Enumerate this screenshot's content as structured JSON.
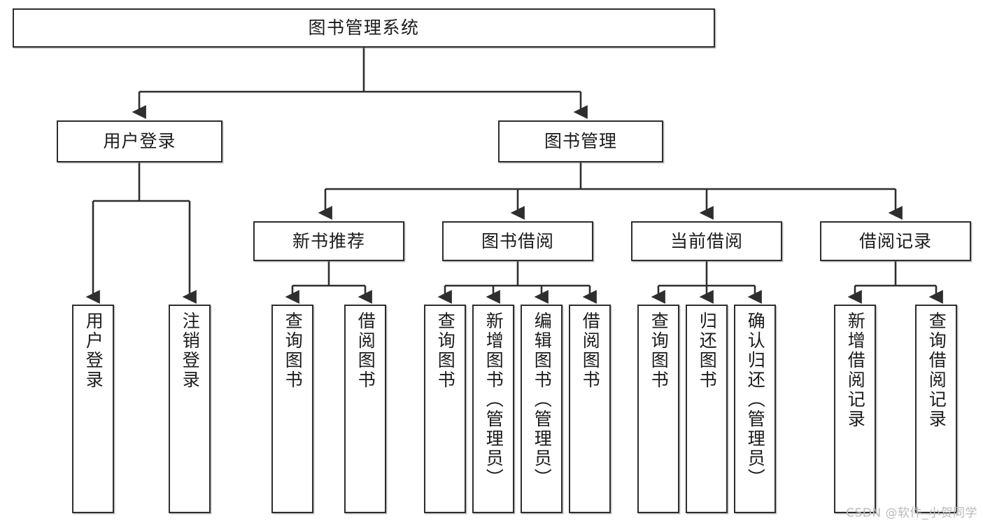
{
  "diagram": {
    "title": "图书管理系统",
    "type": "tree-hierarchy-diagram",
    "colors": {
      "stroke": "#2e2e2e",
      "fill": "#ffffff",
      "text": "#1b1b1b",
      "watermark": "#b9b9b9"
    },
    "root": {
      "label": "图书管理系统"
    },
    "level2": [
      {
        "label": "用户登录"
      },
      {
        "label": "图书管理"
      }
    ],
    "level3": [
      {
        "label": "新书推荐"
      },
      {
        "label": "图书借阅"
      },
      {
        "label": "当前借阅"
      },
      {
        "label": "借阅记录"
      }
    ],
    "leaves": {
      "user_login": [
        {
          "label": "用户登录"
        },
        {
          "label": "注销登录"
        }
      ],
      "new_book_recommend": [
        {
          "label": "查询图书"
        },
        {
          "label": "借阅图书"
        }
      ],
      "book_borrow": [
        {
          "label": "查询图书"
        },
        {
          "label": "新增图书（管理员）"
        },
        {
          "label": "编辑图书（管理员）"
        },
        {
          "label": "借阅图书"
        }
      ],
      "current_borrow": [
        {
          "label": "查询图书"
        },
        {
          "label": "归还图书"
        },
        {
          "label": "确认归还（管理员）"
        }
      ],
      "borrow_record": [
        {
          "label": "新增借阅记录"
        },
        {
          "label": "查询借阅记录"
        }
      ]
    }
  },
  "watermark": {
    "text": "CSDN @软件_小贺同学"
  }
}
